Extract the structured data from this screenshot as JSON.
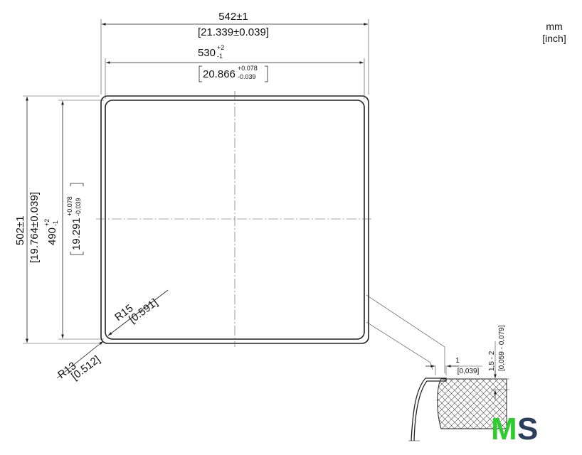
{
  "units": {
    "primary": "mm",
    "secondary": "[inch]"
  },
  "overall_width": {
    "mm": "542±1",
    "inch": "[21.339±0.039]"
  },
  "inner_width": {
    "mm": "530",
    "mm_tol_upper": "+2",
    "mm_tol_lower": "-1",
    "inch": "20.866",
    "inch_tol_upper": "+0.078",
    "inch_tol_lower": "-0.039"
  },
  "overall_height": {
    "mm": "502±1",
    "inch": "[19.764±0.039]"
  },
  "inner_height": {
    "mm": "490",
    "mm_tol_upper": "+2",
    "mm_tol_lower": "-1",
    "inch": "19.291",
    "inch_tol_upper": "+0.078",
    "inch_tol_lower": "-0.039"
  },
  "radius_inner": {
    "mm": "R15",
    "inch": "[0.591]"
  },
  "radius_outer": {
    "mm": "R13",
    "inch": "[0.512]"
  },
  "rim_step": {
    "mm": "1",
    "inch": "[0,039]"
  },
  "rim_depth": {
    "mm": "1,5 - 2",
    "inch": "[0,059 - 0,079]"
  },
  "logo": {
    "text": "MS",
    "colors": {
      "M": "#2ecc2e",
      "S": "#2a3f5c"
    }
  },
  "colors": {
    "line": "#222222",
    "background": "#ffffff"
  }
}
